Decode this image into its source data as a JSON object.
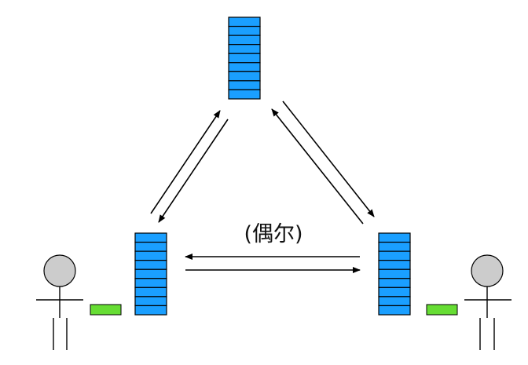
{
  "diagram": {
    "edge_label": "(偶尔)",
    "nodes": {
      "top": {
        "stack_rows": 9
      },
      "left": {
        "stack_rows": 9
      },
      "right": {
        "stack_rows": 9
      }
    },
    "colors": {
      "stack_fill": "#1a9fff",
      "stack_stroke": "#000000",
      "token_fill": "#66dd33",
      "person_head": "#cccccc",
      "line": "#000000"
    }
  }
}
